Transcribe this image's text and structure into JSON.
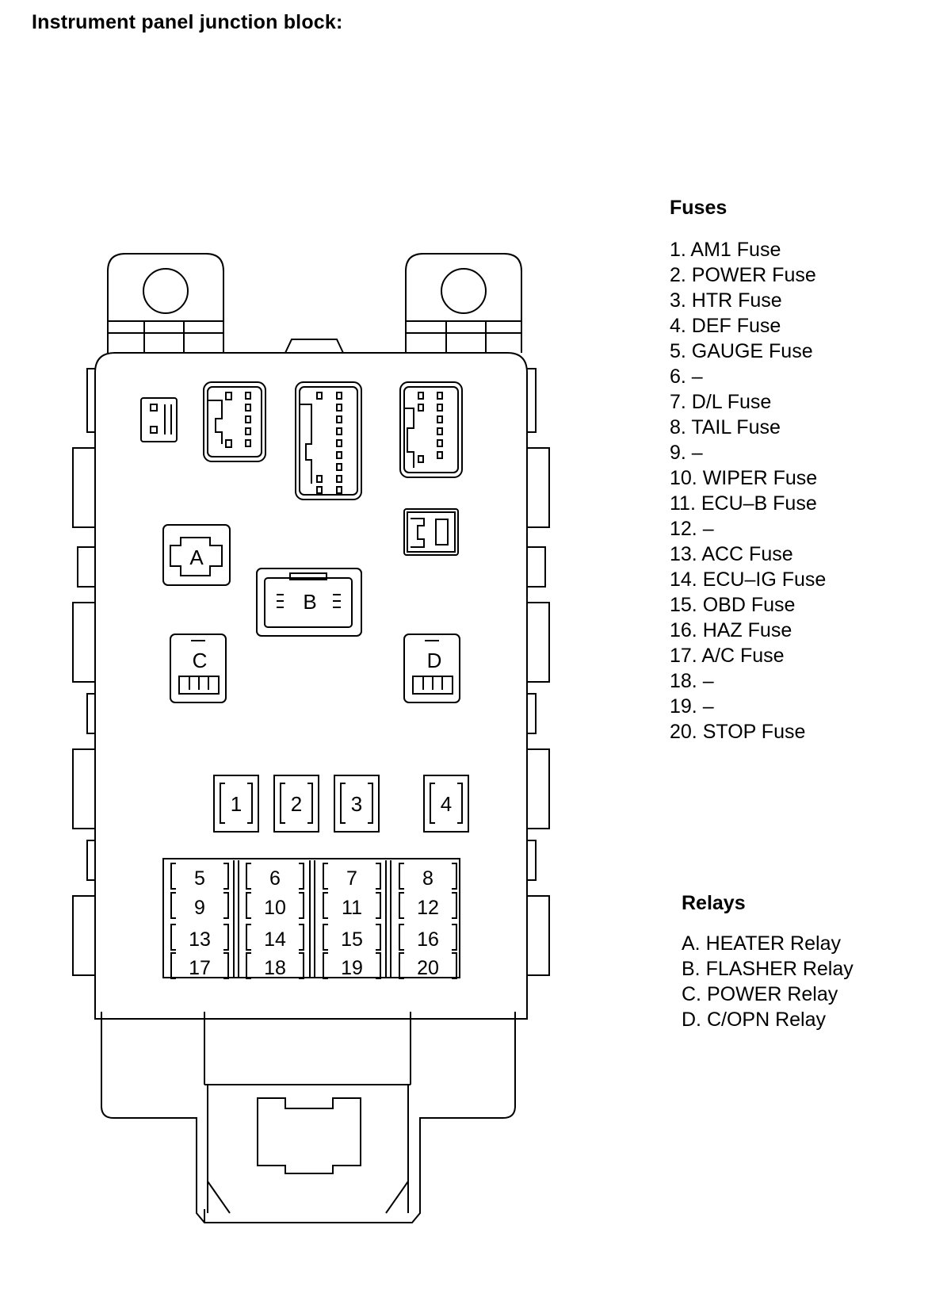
{
  "title": "Instrument panel junction block:",
  "fuses": {
    "heading": "Fuses",
    "items": [
      "1. AM1 Fuse",
      "2. POWER Fuse",
      "3. HTR Fuse",
      "4. DEF Fuse",
      "5. GAUGE Fuse",
      "6. –",
      "7. D/L Fuse",
      "8. TAIL Fuse",
      "9. –",
      "10. WIPER Fuse",
      "11. ECU–B Fuse",
      "12. –",
      "13. ACC Fuse",
      "14. ECU–IG Fuse",
      "15. OBD Fuse",
      "16. HAZ Fuse",
      "17. A/C Fuse",
      "18. –",
      "19. –",
      "20. STOP Fuse"
    ]
  },
  "relays": {
    "heading": "Relays",
    "items": [
      "A. HEATER Relay",
      "B. FLASHER Relay",
      "C. POWER Relay",
      "D. C/OPN Relay"
    ]
  },
  "diagram": {
    "relay_labels": [
      "A",
      "B",
      "C",
      "D"
    ],
    "large_fuse_labels": [
      "1",
      "2",
      "3",
      "4"
    ],
    "small_fuse_rows": [
      [
        "5",
        "6",
        "7",
        "8"
      ],
      [
        "9",
        "10",
        "11",
        "12"
      ],
      [
        "13",
        "14",
        "15",
        "16"
      ],
      [
        "17",
        "18",
        "19",
        "20"
      ]
    ]
  }
}
